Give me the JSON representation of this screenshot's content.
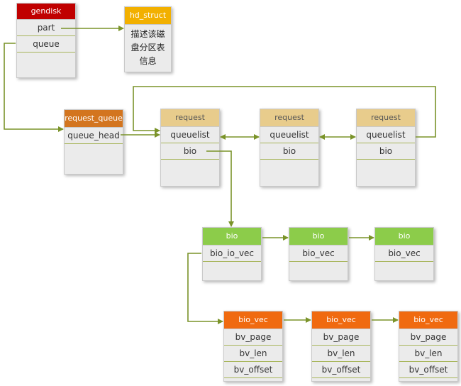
{
  "colors": {
    "gendisk": "#c00000",
    "hd_struct": "#f2b000",
    "request_queue": "#d3751f",
    "request": "#e8cc8c",
    "bio": "#8ccc4a",
    "bio_vec": "#f06a10",
    "arrow": "#7a9329"
  },
  "gendisk": {
    "title": "gendisk",
    "fields": [
      "part",
      "queue"
    ]
  },
  "hd_struct": {
    "title": "hd_struct",
    "note": "描述该磁\n盘分区表\n信息"
  },
  "request_queue": {
    "title": "request_queue",
    "fields": [
      "queue_head"
    ]
  },
  "requests": [
    {
      "title": "request",
      "fields": [
        "queuelist",
        "bio"
      ]
    },
    {
      "title": "request",
      "fields": [
        "queuelist",
        "bio"
      ]
    },
    {
      "title": "request",
      "fields": [
        "queuelist",
        "bio"
      ]
    }
  ],
  "bios": [
    {
      "title": "bio",
      "fields": [
        "bio_io_vec"
      ]
    },
    {
      "title": "bio",
      "fields": [
        "bio_vec"
      ]
    },
    {
      "title": "bio",
      "fields": [
        "bio_vec"
      ]
    }
  ],
  "bio_vecs": [
    {
      "title": "bio_vec",
      "fields": [
        "bv_page",
        "bv_len",
        "bv_offset"
      ]
    },
    {
      "title": "bio_vec",
      "fields": [
        "bv_page",
        "bv_len",
        "bv_offset"
      ]
    },
    {
      "title": "bio_vec",
      "fields": [
        "bv_page",
        "bv_len",
        "bv_offset"
      ]
    }
  ]
}
